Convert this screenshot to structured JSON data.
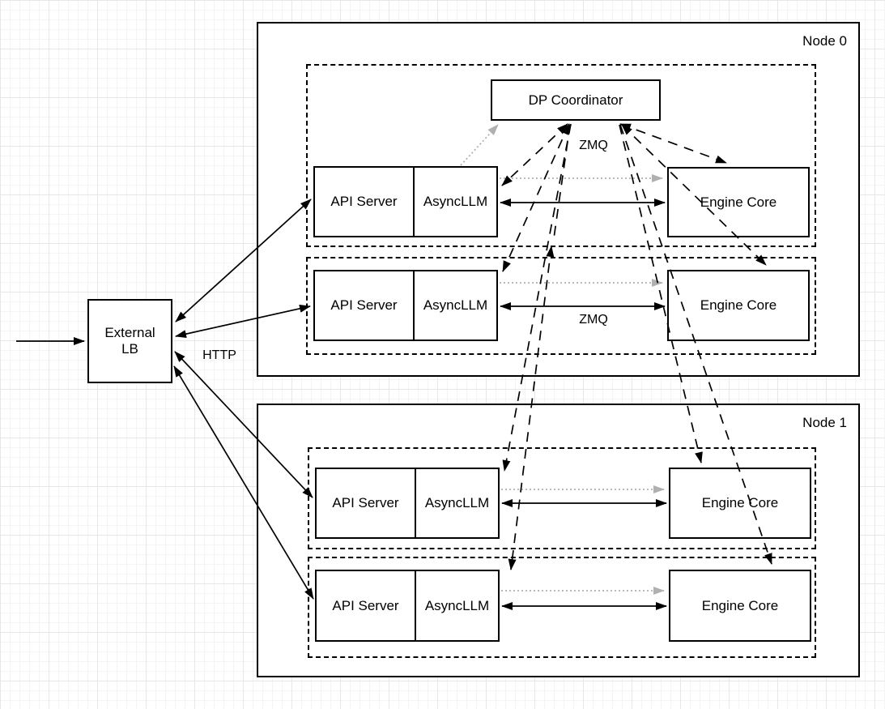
{
  "diagram": {
    "external_lb": {
      "line1": "External",
      "line2": "LB"
    },
    "labels": {
      "http": "HTTP",
      "zmq_coordinator": "ZMQ",
      "zmq_engine": "ZMQ"
    },
    "node0": {
      "title": "Node 0",
      "coordinator": "DP Coordinator",
      "rows": [
        {
          "api_server": "API Server",
          "async_llm": "AsyncLLM",
          "engine_core": "Engine Core"
        },
        {
          "api_server": "API Server",
          "async_llm": "AsyncLLM",
          "engine_core": "Engine Core"
        }
      ]
    },
    "node1": {
      "title": "Node 1",
      "rows": [
        {
          "api_server": "API Server",
          "async_llm": "AsyncLLM",
          "engine_core": "Engine Core"
        },
        {
          "api_server": "API Server",
          "async_llm": "AsyncLLM",
          "engine_core": "Engine Core"
        }
      ]
    },
    "colors": {
      "line": "#000000",
      "gray_arrow": "#b0b0b0",
      "box_fill": "#ffffff"
    }
  }
}
